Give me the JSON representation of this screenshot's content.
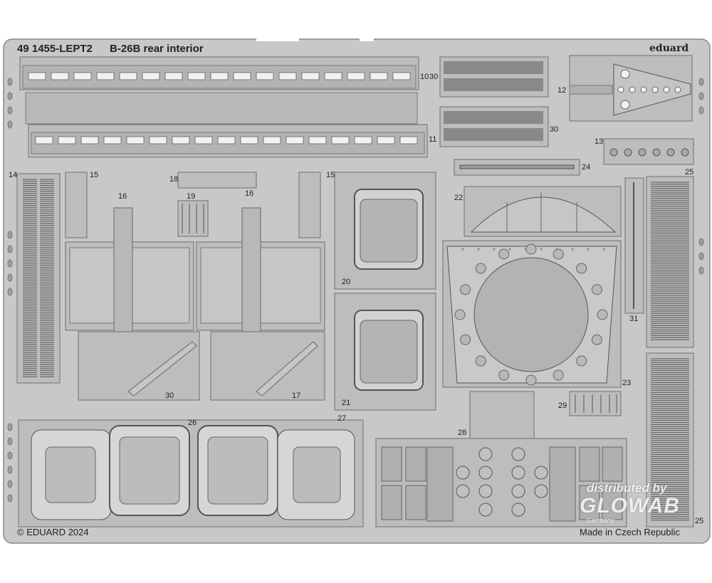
{
  "header": {
    "code": "49 1455-LEPT2",
    "title": "B-26B rear interior",
    "brand": "eduard"
  },
  "footer": {
    "copyright": "© EDUARD 2024",
    "origin": "Made in Czech Republic"
  },
  "watermark": {
    "line1": "distributed by",
    "line2": "GLOWAB",
    "line3": "Germany"
  },
  "part_numbers": {
    "p10": "10",
    "p30a": "30",
    "p12": "12",
    "p11": "11",
    "p30b": "30",
    "p13": "13",
    "p14": "14",
    "p15a": "15",
    "p16a": "16",
    "p18": "18",
    "p19": "19",
    "p16b": "16",
    "p15b": "15",
    "p24": "24",
    "p25a": "25",
    "p22": "22",
    "p20": "20",
    "p31": "31",
    "p23": "23",
    "p21": "21",
    "p29": "29",
    "p30c": "30",
    "p17": "17",
    "p26": "26",
    "p27": "27",
    "p28": "28",
    "p25b": "25"
  },
  "colors": {
    "background": "#ffffff",
    "fret": "#c8c8c8",
    "part": "#bdbdbd",
    "inner": "#a9a9a9",
    "line": "#6e6e6e",
    "hole": "#f2f2f2"
  }
}
